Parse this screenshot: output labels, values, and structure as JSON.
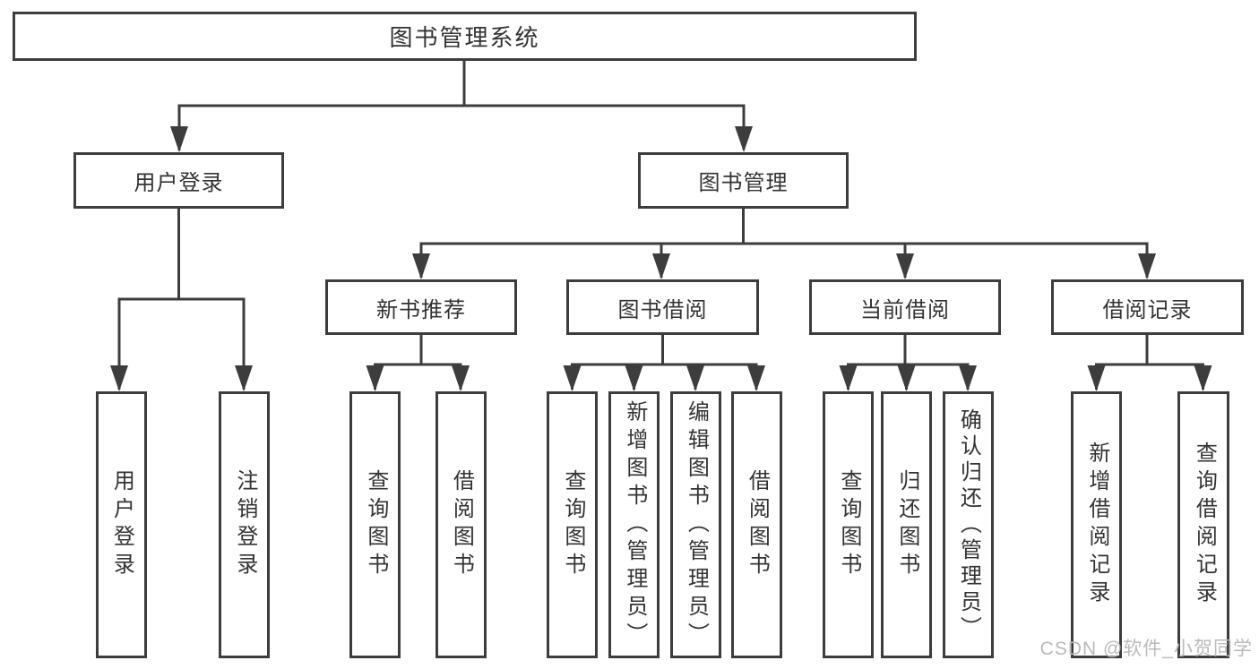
{
  "tree": {
    "root": {
      "label": "图书管理系统"
    },
    "branches": [
      {
        "label": "用户登录",
        "leaves": [
          {
            "label": "用户登录"
          },
          {
            "label": "注销登录"
          }
        ]
      },
      {
        "label": "图书管理",
        "groups": [
          {
            "label": "新书推荐",
            "leaves": [
              {
                "label": "查询图书"
              },
              {
                "label": "借阅图书"
              }
            ]
          },
          {
            "label": "图书借阅",
            "leaves": [
              {
                "label": "查询图书"
              },
              {
                "label": "新增图书（管理员）"
              },
              {
                "label": "编辑图书（管理员）"
              },
              {
                "label": "借阅图书"
              }
            ]
          },
          {
            "label": "当前借阅",
            "leaves": [
              {
                "label": "查询图书"
              },
              {
                "label": "归还图书"
              },
              {
                "label": "确认归还（管理员）"
              }
            ]
          },
          {
            "label": "借阅记录",
            "leaves": [
              {
                "label": "新增借阅记录"
              },
              {
                "label": "查询借阅记录"
              }
            ]
          }
        ]
      }
    ]
  },
  "watermark": {
    "text": "CSDN @软件_小贺同学"
  },
  "colors": {
    "line": "#3d3d3d",
    "text": "#333333",
    "watermark": "#bababa",
    "background": "#ffffff"
  }
}
